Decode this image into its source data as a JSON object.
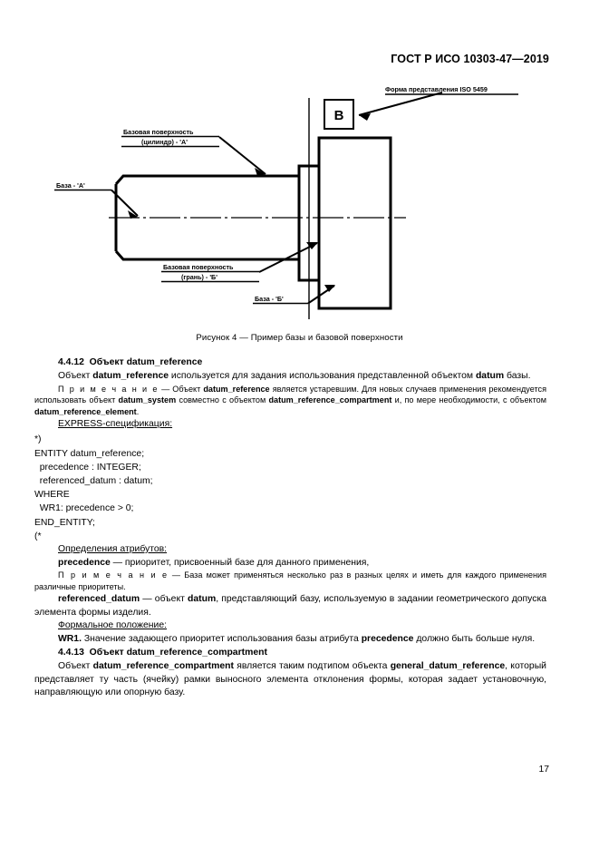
{
  "header": {
    "standard_title": "ГОСТ Р ИСО 10303-47—2019"
  },
  "figure": {
    "caption": "Рисунок 4 — Пример базы и базовой поверхности",
    "labels": {
      "iso_form": "Форма представления ISO 5459",
      "datum_box_letter": "В",
      "datum_surface_cylinder": "Базовая поверхность",
      "datum_surface_cylinder_2": "(цилиндр) - 'А'",
      "datum_a": "База - 'А'",
      "datum_surface_face": "Базовая поверхность",
      "datum_surface_face_2": "(грань) - 'Б'",
      "datum_b": "База - 'Б'"
    }
  },
  "sections": {
    "s4_4_12": {
      "heading_number": "4.4.12",
      "heading_text": "Объект datum_reference",
      "paragraph_1_a": "Объект ",
      "paragraph_1_b": "datum_reference",
      "paragraph_1_c": " используется для задания использования представленной объектом ",
      "paragraph_1_d": "datum",
      "paragraph_1_e": " базы.",
      "note_label": "П р и м е ч а н и е",
      "note_a": " — Объект ",
      "note_b": "datum_reference",
      "note_c": " является устаревшим. Для новых случаев применения рекомендуется использовать объект ",
      "note_d": "datum_system",
      "note_e": " совместно с объектом ",
      "note_f": "datum_reference_compartment",
      "note_g": " и, по мере необходимости, с объектом ",
      "note_h": "datum_reference_element",
      "note_i": ".",
      "express_heading": "EXPRESS-спецификация:",
      "express_code": "*)\nENTITY datum_reference;\n  precedence : INTEGER;\n  referenced_datum : datum;\nWHERE\n  WR1: precedence > 0;\nEND_ENTITY;\n(*",
      "attr_heading": "Определения атрибутов:",
      "attr1_name": "precedence",
      "attr1_text": " — приоритет, присвоенный базе для данного применения,",
      "attr1_note_label": "П р и м е ч а н и е",
      "attr1_note_text": " — База может применяться несколько раз в разных целях и иметь для каждого применения различные приоритеты.",
      "attr2_name": "referenced_datum",
      "attr2_a": " — объект ",
      "attr2_b": "datum",
      "attr2_c": ", представляющий базу, используемую в задании геометрического допуска элемента формы изделия.",
      "formal_heading": "Формальное положение:",
      "wr1_name": "WR1.",
      "wr1_a": " Значение задающего приоритет использования базы атрибута ",
      "wr1_b": "precedence",
      "wr1_c": " должно быть больше нуля."
    },
    "s4_4_13": {
      "heading_number": "4.4.13",
      "heading_text": "Объект datum_reference_compartment",
      "paragraph_a": "Объект ",
      "paragraph_b": "datum_reference_compartment",
      "paragraph_c": " является таким подтипом объекта ",
      "paragraph_d": "general_datum_reference",
      "paragraph_e": ", который представляет ту часть (ячейку) рамки выносного элемента отклонения формы, которая задает установочную, направляющую или опорную базу."
    }
  },
  "footer": {
    "page_number": "17"
  }
}
